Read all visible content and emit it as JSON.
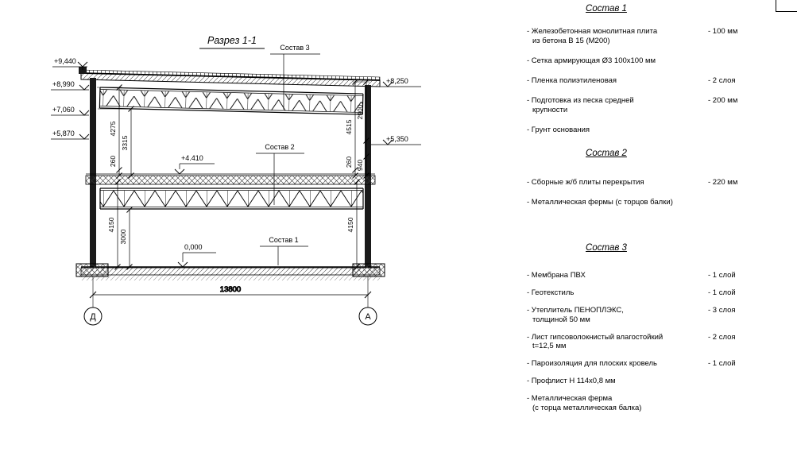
{
  "drawing": {
    "title": "Разрез 1-1",
    "callouts": {
      "c1": "Состав 1",
      "c2": "Состав 2",
      "c3": "Состав 3"
    },
    "elevations": {
      "l1": "+9,440",
      "l2": "+8,990",
      "l3": "+7,060",
      "l4": "+5,870",
      "r1": "+8,250",
      "r2": "+5,350",
      "mid": "+4.410",
      "zero": "0,000"
    },
    "dims": {
      "lu_outer": "4275",
      "lu_inner": "3315",
      "lu_small": "260",
      "ru_outer": "4515",
      "ru_inner": "2900",
      "ru_small": "260",
      "ru_tiny": "940",
      "ll_outer": "4150",
      "ll_inner": "3000",
      "rl": "4150",
      "span": "13800"
    },
    "axes": {
      "left": "Д",
      "right": "А"
    }
  },
  "lists": [
    {
      "heading": "Состав 1",
      "items": [
        {
          "text": "- Железобетонная  монолитная плита\nиз бетона В 15 (М200)",
          "value": "- 100 мм"
        },
        {
          "text": "- Сетка армирующая Ø3 100x100 мм",
          "value": ""
        },
        {
          "text": "- Пленка полиэтиленовая",
          "value": "- 2 слоя"
        },
        {
          "text": "- Подготовка из песка средней\nкрупности",
          "value": "- 200 мм"
        },
        {
          "text": "- Грунт основания",
          "value": ""
        }
      ]
    },
    {
      "heading": "Состав 2",
      "items": [
        {
          "text": "- Сборные ж/б плиты перекрытия",
          "value": "- 220 мм"
        },
        {
          "text": "- Металлическая фермы (с торцов балки)",
          "value": ""
        }
      ]
    },
    {
      "heading": "Состав 3",
      "items": [
        {
          "text": "- Мембрана ПВХ",
          "value": "- 1 слой"
        },
        {
          "text": "- Геотекстиль",
          "value": "- 1 слой"
        },
        {
          "text": "- Утеплитель ПЕНОПЛЭКС,\nтолщиной 50 мм",
          "value": "- 3 слоя"
        },
        {
          "text": "- Лист гипсоволокнистый влагостойкий\nt=12,5 мм",
          "value": "- 2 слоя"
        },
        {
          "text": "- Пароизоляция для плоских кровель",
          "value": "- 1 слой"
        },
        {
          "text": "- Профлист Н 114х0,8 мм",
          "value": ""
        },
        {
          "text": "- Металлическая ферма\n(с торца металлическая балка)",
          "value": ""
        }
      ]
    }
  ]
}
